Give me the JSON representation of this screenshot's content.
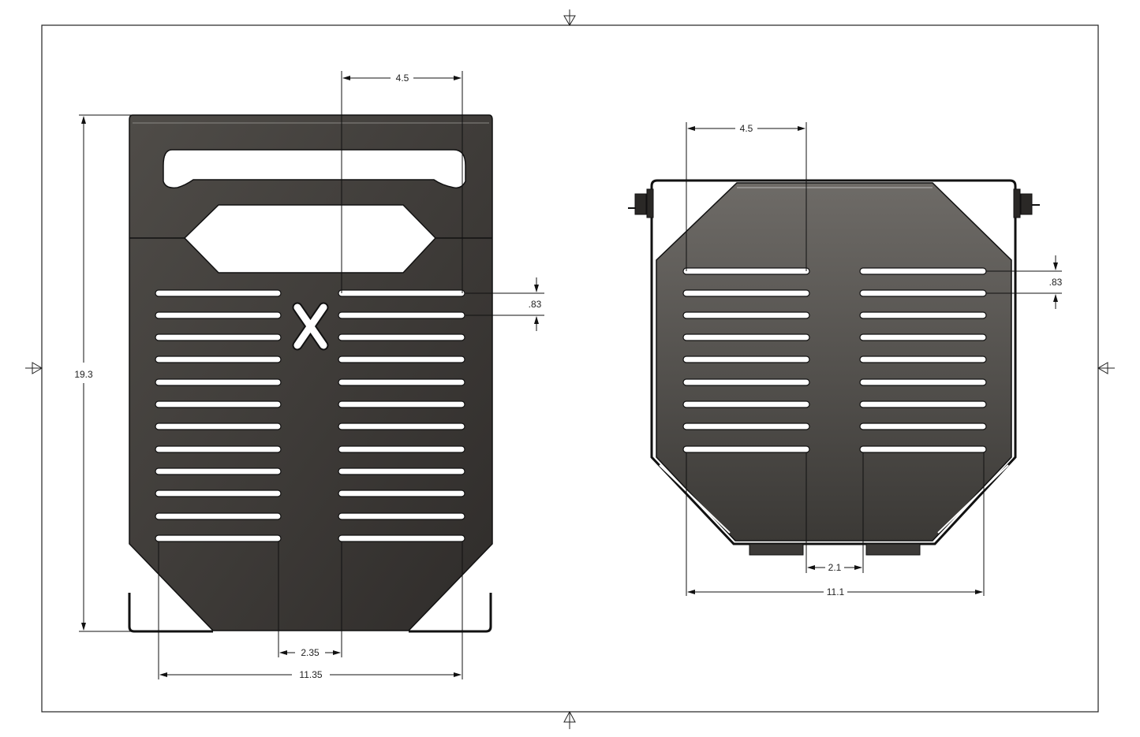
{
  "drawing": {
    "title": "Sheet metal tray drawing - two views",
    "colors": {
      "plate_dark": "#3a3734",
      "plate_mid": "#55524e",
      "plate_light": "#6b6864",
      "line": "#111111",
      "slot": "#ffffff"
    }
  },
  "left_view": {
    "logo": "X",
    "slots_per_column": 12,
    "dimensions": {
      "overall_height": "19.3",
      "slot_length": "4.5",
      "slot_pitch": ".83",
      "center_gap": "2.35",
      "overall_slot_width": "11.35"
    }
  },
  "right_view": {
    "slots_per_column": 9,
    "dimensions": {
      "slot_length": "4.5",
      "slot_pitch": ".83",
      "center_gap": "2.1",
      "overall_slot_width": "11.1"
    }
  },
  "sheet_markers": {
    "top": "center-mark-top",
    "bottom": "center-mark-bottom",
    "left": "center-mark-left",
    "right": "center-mark-right"
  }
}
